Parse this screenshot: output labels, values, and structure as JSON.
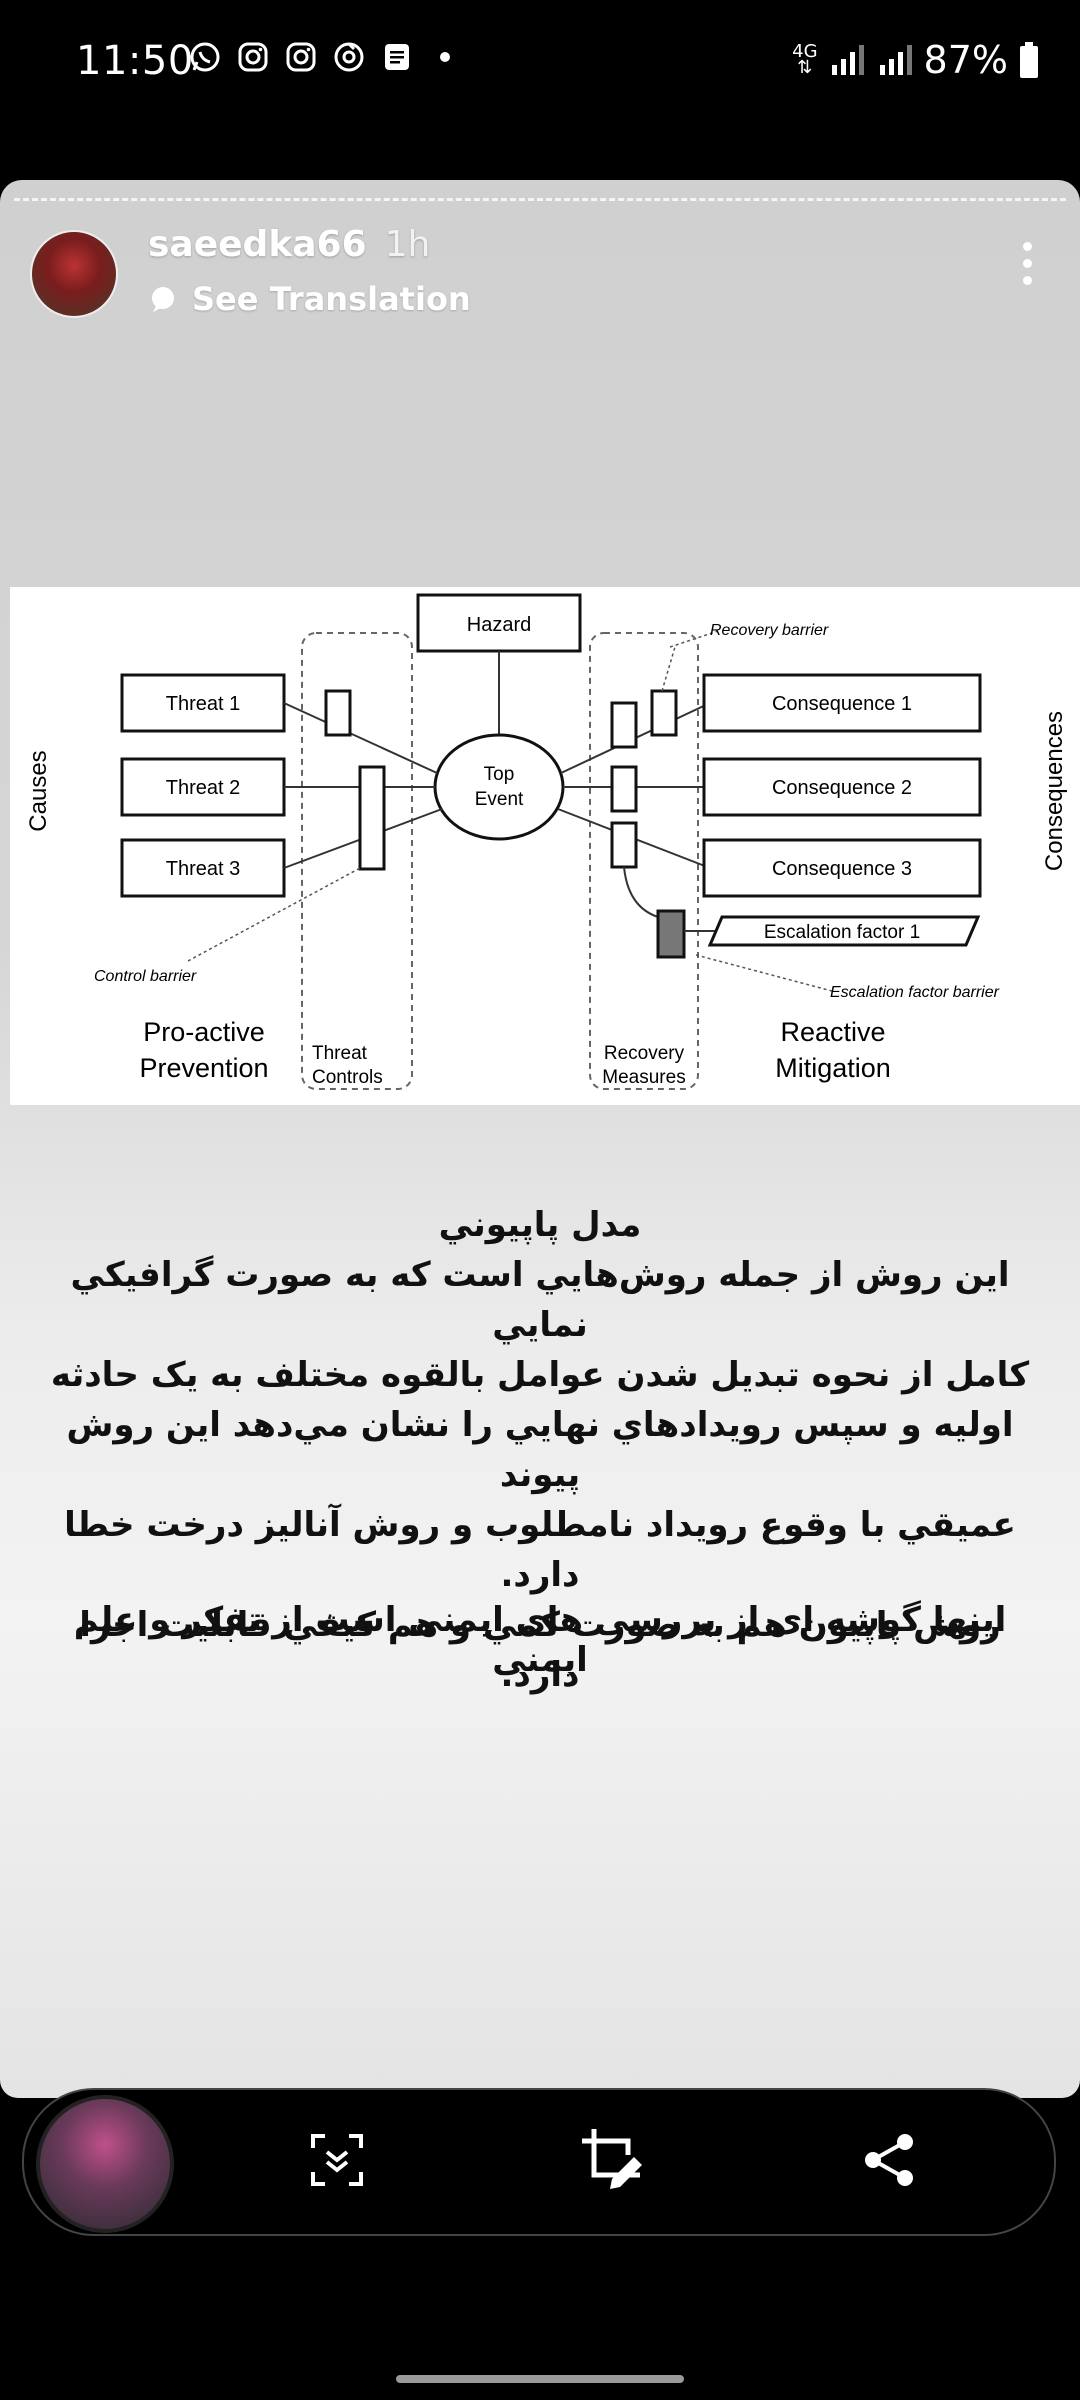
{
  "status_bar": {
    "time": "11:50",
    "network": "4G",
    "battery": "87%",
    "notification_icons": [
      "whatsapp-icon",
      "instagram-icon",
      "instagram-icon",
      "sync-app-icon",
      "notes-icon",
      "dot-icon"
    ]
  },
  "story": {
    "username": "saeedka66",
    "time_ago": "1h",
    "translation_label": "See Translation"
  },
  "diagram": {
    "hazard": "Hazard",
    "top_event": [
      "Top",
      "Event"
    ],
    "threats": [
      "Threat 1",
      "Threat 2",
      "Threat 3"
    ],
    "consequences": [
      "Consequence 1",
      "Consequence 2",
      "Consequence 3"
    ],
    "escalation_factor": "Escalation factor 1",
    "causes_label": "Causes",
    "consequences_label": "Consequences",
    "recovery_barrier": "Recovery barrier",
    "control_barrier": "Control barrier",
    "escalation_barrier": "Escalation factor barrier",
    "proactive": [
      "Pro-active",
      "Prevention"
    ],
    "threat_controls": [
      "Threat",
      "Controls"
    ],
    "recovery_measures": [
      "Recovery",
      "Measures"
    ],
    "reactive": [
      "Reactive",
      "Mitigation"
    ]
  },
  "persian_text": {
    "title": "مدل پاپيوني",
    "lines": [
      "اين روش از جمله روش‌هايي است که به صورت گرافيکي نمايي",
      "کامل از نحوه تبديل شدن عوامل بالقوه مختلف به يک حادثه",
      "اوليه و سپس رويدادهاي نهايي را نشان مي‌دهد اين روش پيوند",
      "عميقي با وقوع رويداد نامطلوب و روش آناليز درخت خطا دارد.",
      "روش پاپيون هم به صورت کمي و هم کيفي قابليت اجرا دارد."
    ],
    "footer": "اینها گوشه ای از بررسی های ایمنی است از تفکر و علم ایمنی"
  },
  "actions": {
    "icons": [
      "scan-icon",
      "crop-edit-icon",
      "share-icon"
    ]
  }
}
